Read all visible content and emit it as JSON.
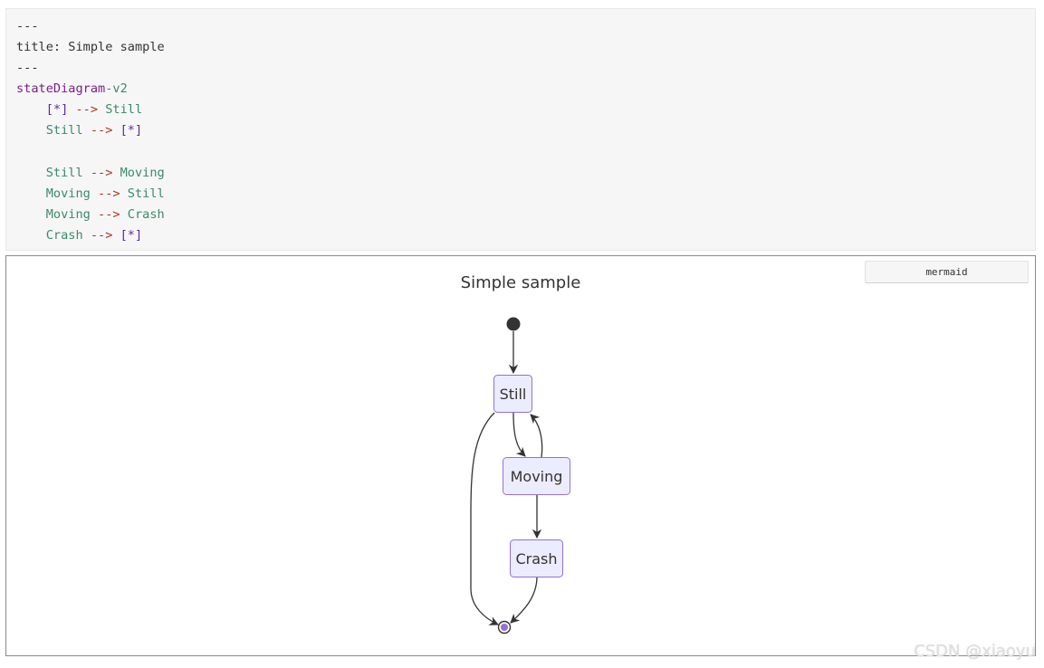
{
  "code": {
    "line1": "---",
    "line2_key": "title:",
    "line2_val": " Simple sample",
    "line3": "---",
    "line4_kw": "stateDiagram",
    "line4_suffix": "-v2",
    "line5_start": "[*]",
    "line5_arrow": "-->",
    "line5_target": "Still",
    "line6_source": "Still",
    "line6_arrow": "-->",
    "line6_end": "[*]",
    "line8_source": "Still",
    "line8_arrow": "-->",
    "line8_target": "Moving",
    "line9_source": "Moving",
    "line9_arrow": "-->",
    "line9_target": "Still",
    "line10_source": "Moving",
    "line10_arrow": "-->",
    "line10_target": "Crash",
    "line11_source": "Crash",
    "line11_arrow": "-->",
    "line11_end": "[*]"
  },
  "badge": "mermaid",
  "diagram": {
    "title": "Simple sample",
    "states": {
      "still": "Still",
      "moving": "Moving",
      "crash": "Crash"
    }
  },
  "watermark": "CSDN @xiaoyu",
  "colors": {
    "state_fill": "#ececff",
    "state_stroke": "#9370db",
    "edge": "#333333",
    "end_dot": "#9370db"
  }
}
